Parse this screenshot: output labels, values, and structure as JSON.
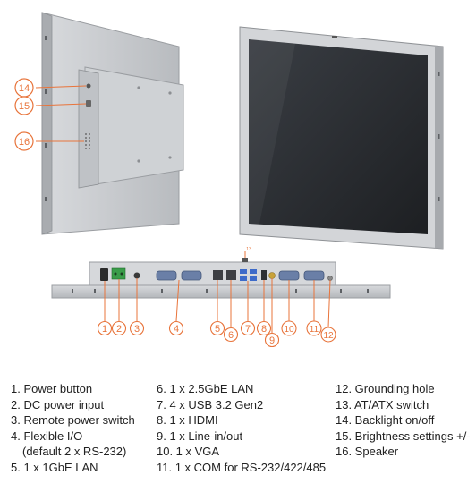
{
  "callouts": {
    "c1": "1",
    "c2": "2",
    "c3": "3",
    "c4": "4",
    "c5": "5",
    "c6": "6",
    "c7": "7",
    "c8": "8",
    "c9": "9",
    "c10": "10",
    "c11": "11",
    "c12": "12",
    "c13": "13",
    "c14": "14",
    "c15": "15",
    "c16": "16"
  },
  "colors": {
    "accent": "#e8743b",
    "panel": "#c9ccd0",
    "frame": "#b9bcc0",
    "screen": "#2a2d31",
    "text": "#222222"
  },
  "legend": {
    "col1": [
      "1. Power button",
      "2. DC power input",
      "3. Remote power switch",
      "4. Flexible I/O",
      "(default 2 x RS-232)",
      "5. 1 x 1GbE LAN"
    ],
    "col2": [
      "6. 1 x 2.5GbE LAN",
      "7. 4 x USB 3.2 Gen2",
      "8. 1 x HDMI",
      "9. 1 x Line-in/out",
      "10. 1 x VGA",
      "11. 1 x COM for RS-232/422/485"
    ],
    "col3": [
      "12. Grounding hole",
      "13. AT/ATX switch",
      "14. Backlight on/off",
      "15. Brightness settings +/-",
      "16. Speaker"
    ]
  }
}
